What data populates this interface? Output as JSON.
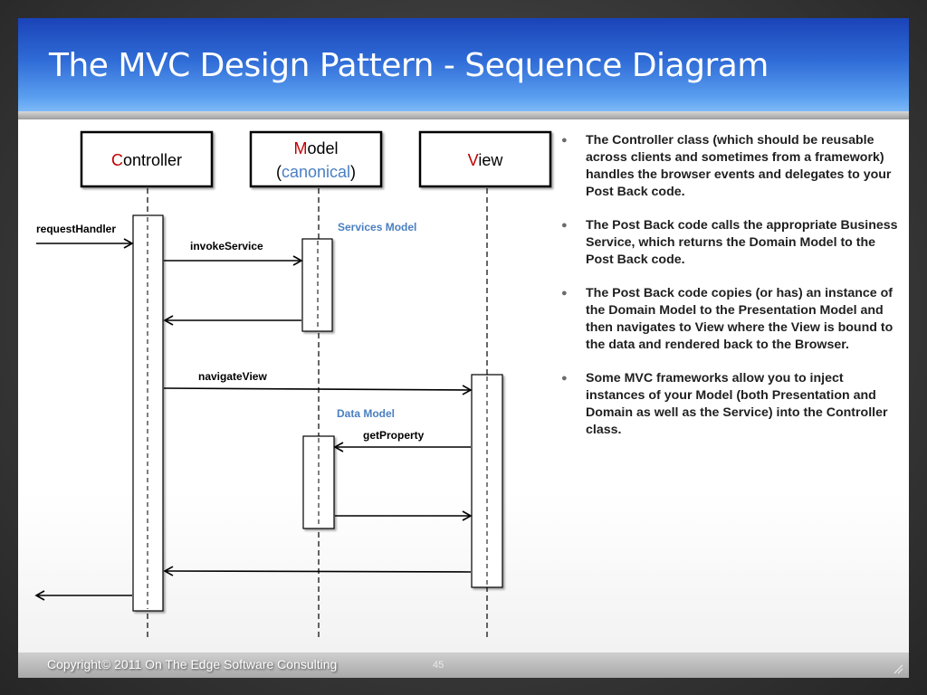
{
  "slide": {
    "title": "The MVC Design Pattern - Sequence Diagram",
    "copyright": "Copyright© 2011 On The Edge Software Consulting",
    "page_number": "45"
  },
  "diagram": {
    "controller": {
      "initial": "C",
      "rest": "ontroller"
    },
    "model": {
      "initial": "M",
      "rest": "odel",
      "open_paren": "(",
      "sub": "canonical",
      "close_paren": ")"
    },
    "view": {
      "initial": "V",
      "rest": "iew"
    },
    "messages": {
      "request_handler": "requestHandler",
      "invoke_service": "invokeService",
      "navigate_view": "navigateView",
      "get_property": "getProperty"
    },
    "notes": {
      "services_model": "Services Model",
      "data_model": "Data Model"
    }
  },
  "bullets": [
    "The Controller class (which should be reusable across clients and sometimes from a framework) handles the browser events and delegates to your Post Back code.",
    "The Post Back code calls the appropriate Business Service, which returns the Domain Model to the Post Back code.",
    "The Post Back code copies (or has) an instance of the Domain Model to the Presentation Model and then navigates to View where the View is bound to the data and rendered back to the Browser.",
    "Some MVC frameworks allow you to inject instances of your Model (both Presentation and Domain as well as the Service) into the Controller class."
  ],
  "colors": {
    "accent_red": "#c00000",
    "accent_blue": "#4a7fc1",
    "title_blue": "#2f6bd6"
  }
}
